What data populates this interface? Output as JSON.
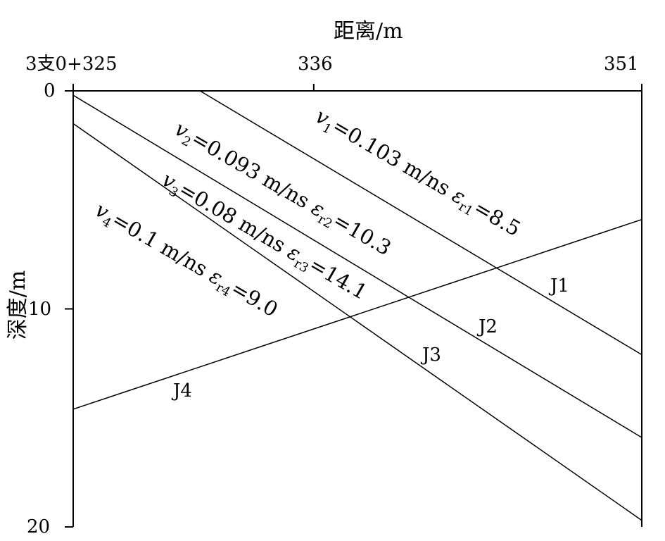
{
  "axes": {
    "x_title": "距离/m",
    "y_title": "深度/m",
    "x_ticks": [
      "3支0+325",
      "336",
      "351"
    ],
    "y_ticks": [
      "0",
      "10",
      "20"
    ]
  },
  "layers": [
    {
      "id": "v1",
      "text": "v1=0.103 m/ns  εr1=8.5"
    },
    {
      "id": "v2",
      "text": "v2=0.093 m/ns  εr2=10.3"
    },
    {
      "id": "v3",
      "text": "v3=0.08 m/ns  εr3=14.1"
    },
    {
      "id": "v4",
      "text": "v4=0.1 m/ns  εr4=9.0"
    }
  ],
  "joints": [
    {
      "label": "J1",
      "start_m": [
        330.8,
        0
      ],
      "end_m": [
        351,
        12.1
      ]
    },
    {
      "label": "J2",
      "start_m": [
        325,
        0.2
      ],
      "end_m": [
        351,
        15.9
      ]
    },
    {
      "label": "J3",
      "start_m": [
        325,
        1.5
      ],
      "end_m": [
        351,
        19.7
      ]
    },
    {
      "label": "J4",
      "start_m": [
        325,
        14.6
      ],
      "end_m": [
        351,
        5.9
      ]
    }
  ],
  "colors": {
    "line": "#000000",
    "background": "#ffffff"
  }
}
